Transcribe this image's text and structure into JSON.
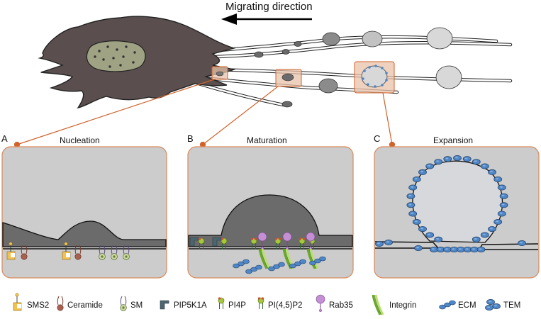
{
  "header": {
    "direction_label": "Migrating direction"
  },
  "panels": [
    {
      "letter": "A",
      "title": "Nucleation"
    },
    {
      "letter": "B",
      "title": "Maturation"
    },
    {
      "letter": "C",
      "title": "Expansion"
    }
  ],
  "legend": [
    {
      "label": "SMS2",
      "icon": "sms2-icon"
    },
    {
      "label": "Ceramide",
      "icon": "ceramide-icon"
    },
    {
      "label": "SM",
      "icon": "sm-icon"
    },
    {
      "label": "PIP5K1A",
      "icon": "pip5k1a-icon"
    },
    {
      "label": "PI4P",
      "icon": "pi4p-icon"
    },
    {
      "label": "PI(4,5)P2",
      "icon": "pi45p2-icon"
    },
    {
      "label": "Rab35",
      "icon": "rab35-icon"
    },
    {
      "label": "Integrin",
      "icon": "integrin-icon"
    },
    {
      "label": "ECM",
      "icon": "ecm-icon"
    },
    {
      "label": "TEM",
      "icon": "tem-icon"
    }
  ],
  "colors": {
    "cell_body": "#5a4f4e",
    "panel_bg": "#cccccc",
    "panel_border": "#d9895a",
    "connector": "#d0622a",
    "migrasome": "#8b8b8b",
    "retraction_fiber": "#ffffff",
    "tem_blue": "#4f86c6",
    "sms2_yellow": "#f2c14e",
    "ceramide_brown": "#a8614e",
    "sm_green": "#c8d8a0",
    "lipid_green": "#a8c83c",
    "rab35_purple": "#c58fd6",
    "integrin_green": "#8fc83c"
  }
}
